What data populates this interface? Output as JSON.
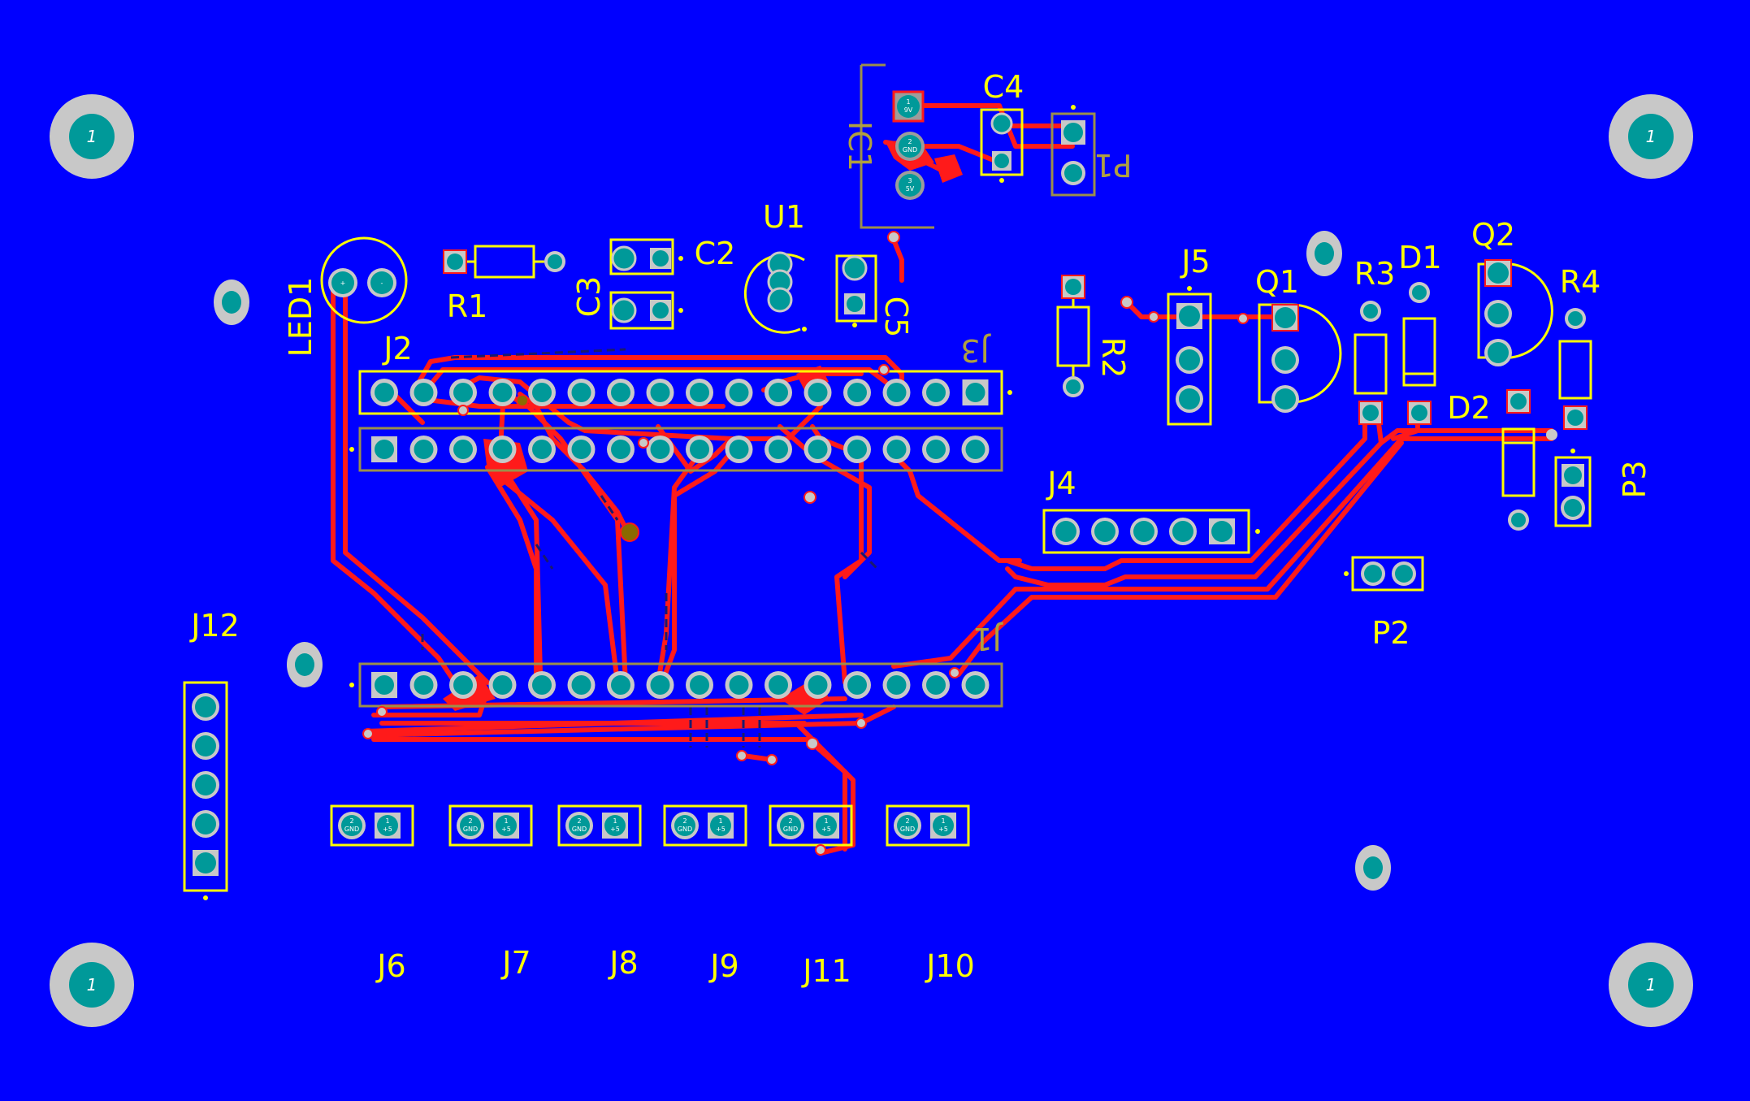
{
  "board": {
    "background": "#0000ff",
    "trace_color": "#ff1a1a",
    "silk_color": "#ffff00",
    "pad_color": "#009999"
  },
  "mounting_holes": {
    "label": "1"
  },
  "refs": {
    "c4": "C4",
    "p1": "P1",
    "ic1": "IC1",
    "u1": "U1",
    "c2": "C2",
    "c3": "C3",
    "c5": "C5",
    "r1": "R1",
    "led1": "LED1",
    "j2": "J2",
    "j3": "J3",
    "j5": "J5",
    "q1": "Q1",
    "r2": "R2",
    "r3": "R3",
    "d1": "D1",
    "q2": "Q2",
    "r4": "R4",
    "d2": "D2",
    "p3": "P3",
    "j4": "J4",
    "p2": "P2",
    "j1": "J1",
    "j12": "J12",
    "j6": "J6",
    "j7": "J7",
    "j8": "J8",
    "j9": "J9",
    "j11": "J11",
    "j10": "J10"
  },
  "pins": {
    "p1": "1",
    "p2": "2",
    "p3": "3",
    "v9": "9V",
    "gnd": "GND",
    "v5": "5V",
    "plus5": "+5",
    "led_plus": "+",
    "led_minus": "-"
  }
}
